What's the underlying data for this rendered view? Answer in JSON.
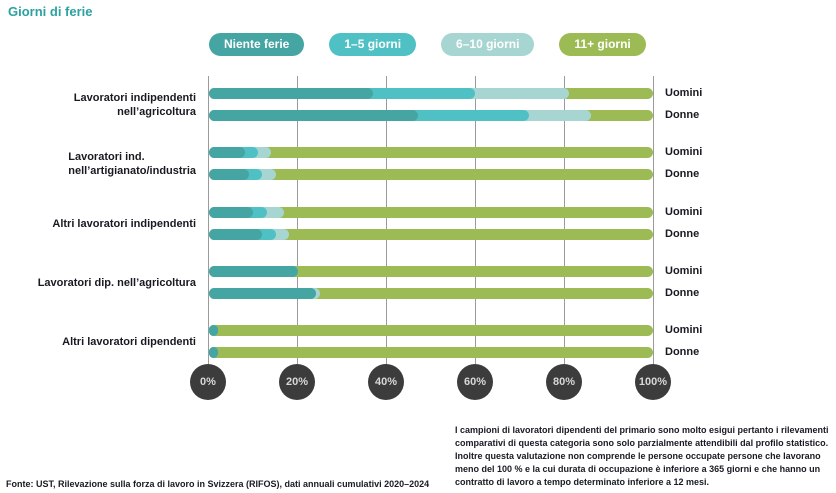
{
  "title": "Giorni di ferie",
  "footnote": "I campioni di lavoratori dipendenti del primario sono molto esigui pertanto i rilevamenti comparativi di questa categoria sono solo parzialmente attendibili dal profilo statistico. Inoltre questa valutazione non comprende le persone occupate persone che lavorano meno del 100 % e la cui durata di occupazione è inferiore a 365 giorni e che hanno un contratto di lavoro a tempo determinato inferiore a 12 mesi.",
  "source": "Fonte: UST, Rilevazione sulla forza di lavoro in Svizzera (RIFOS), dati annuali cumulativi 2020–2024",
  "chart_data": {
    "type": "bar",
    "orientation": "horizontal",
    "stacked": true,
    "unit": "%",
    "title": "Giorni di ferie",
    "legend_position": "top",
    "legend": [
      {
        "label": "Niente ferie",
        "color": "#45a5a3"
      },
      {
        "label": "1–5 giorni",
        "color": "#4fc1c4"
      },
      {
        "label": "6–10 giorni",
        "color": "#a7d6d2"
      },
      {
        "label": "11+ giorni",
        "color": "#9cbb55"
      }
    ],
    "x_axis": {
      "ticks": [
        "0%",
        "20%",
        "40%",
        "60%",
        "80%",
        "100%"
      ],
      "range": [
        0,
        100
      ],
      "grid": true
    },
    "groups": [
      {
        "label_lines": [
          "Lavoratori indipendenti",
          "nell’agricoltura"
        ],
        "label_align": "right",
        "rows": [
          {
            "sex": "Uomini",
            "values": [
              37,
              23,
              21,
              19
            ]
          },
          {
            "sex": "Donne",
            "values": [
              47,
              25,
              14,
              14
            ]
          }
        ]
      },
      {
        "label_lines": [
          "Lavoratori ind.",
          "nell’artigianato/industria"
        ],
        "label_align": "left",
        "rows": [
          {
            "sex": "Uomini",
            "values": [
              8,
              3,
              3,
              86
            ]
          },
          {
            "sex": "Donne",
            "values": [
              9,
              3,
              3,
              85
            ]
          }
        ]
      },
      {
        "label_lines": [
          "Altri lavoratori indipendenti"
        ],
        "label_align": "right",
        "rows": [
          {
            "sex": "Uomini",
            "values": [
              10,
              3,
              4,
              83
            ]
          },
          {
            "sex": "Donne",
            "values": [
              12,
              3,
              3,
              82
            ]
          }
        ]
      },
      {
        "label_lines": [
          "Lavoratori dip. nell’agricoltura"
        ],
        "label_align": "right",
        "rows": [
          {
            "sex": "Uomini",
            "values": [
              20,
              0,
              0,
              80
            ]
          },
          {
            "sex": "Donne",
            "values": [
              24,
              0,
              1,
              75
            ]
          }
        ]
      },
      {
        "label_lines": [
          "Altri lavoratori dipendenti"
        ],
        "label_align": "right",
        "rows": [
          {
            "sex": "Uomini",
            "values": [
              2,
              0,
              0,
              98
            ]
          },
          {
            "sex": "Donne",
            "values": [
              2,
              0,
              0,
              98
            ]
          }
        ]
      }
    ]
  }
}
